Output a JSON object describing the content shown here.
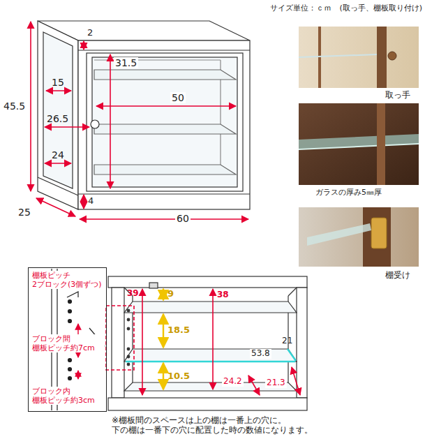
{
  "diagram": {
    "nodes": [
      {
        "text": [
          "棚板ピッチ 2ブロック(3個ずつ)",
          "ブロック間 棚板ピッチ約7cm",
          "ブロック内 棚板ピッチ約3cm"
        ]
      }
    ],
    "labels": [
      "サイズ単位：ｃｍ　(取っ手、棚板取り付け)",
      "2",
      "31.5",
      "15",
      "50",
      "45.5",
      "26.5",
      "24",
      "4",
      "25",
      "60",
      "取っ手",
      "ガラスの厚み5㎜厚",
      "棚受け",
      "39",
      "9",
      "38",
      "18.5",
      "21",
      "53.8",
      "10.5",
      "24.2",
      "21.3",
      "※棚板間のスペースは上の棚は一番上の穴に。 下の棚は一番下の穴に配置した時の数値になります。"
    ]
  }
}
